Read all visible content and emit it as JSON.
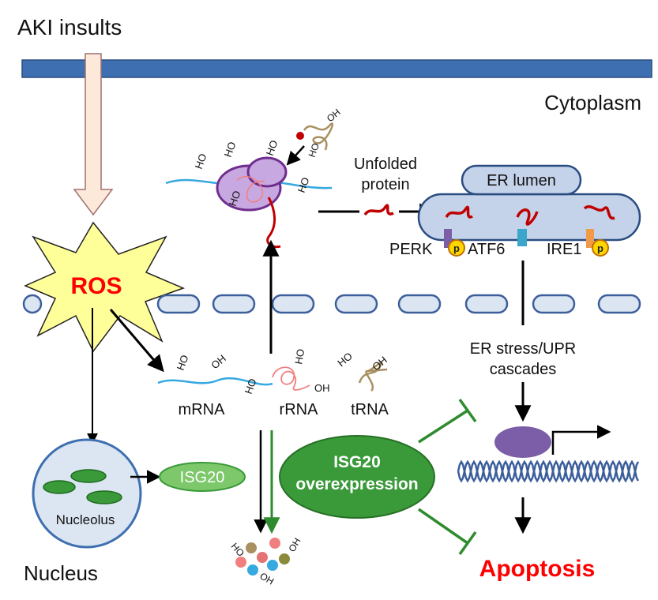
{
  "labels": {
    "aki_insults": "AKI insults",
    "cytoplasm": "Cytoplasm",
    "ros": "ROS",
    "unfolded_protein_line1": "Unfolded",
    "unfolded_protein_line2": "protein",
    "er_lumen": "ER lumen",
    "perk": "PERK",
    "atf6": "ATF6",
    "ire1": "IRE1",
    "phospho": "p",
    "er_stress_line1": "ER stress/UPR",
    "er_stress_line2": "cascades",
    "mrna": "mRNA",
    "rrna": "rRNA",
    "trna": "tRNA",
    "hydroxyl": "HO",
    "hydroxyl_alt": "OH",
    "isg20": "ISG20",
    "isg20_over_line1": "ISG20",
    "isg20_over_line2": "overexpression",
    "nucleolus": "Nucleolus",
    "nucleus": "Nucleus",
    "apoptosis": "Apoptosis"
  },
  "colors": {
    "membrane": "#3e6fb0",
    "membrane_border": "#2a4d80",
    "ros_fill": "#ffff99",
    "ros_text": "#ff0000",
    "apoptosis_text": "#ff0000",
    "er_fill": "#c5d3ea",
    "isg20_green": "#3a9a3a",
    "isg20_light": "#7cc86a",
    "inhibition": "#2e8b2e",
    "mrna": "#36a9e1",
    "rrna": "#f08080",
    "trna": "#a89060",
    "protein": "#c00000",
    "ribosome": "#8e44ad",
    "dna": "#3c5f9c",
    "nucleus_fill": "#dce6f2"
  }
}
